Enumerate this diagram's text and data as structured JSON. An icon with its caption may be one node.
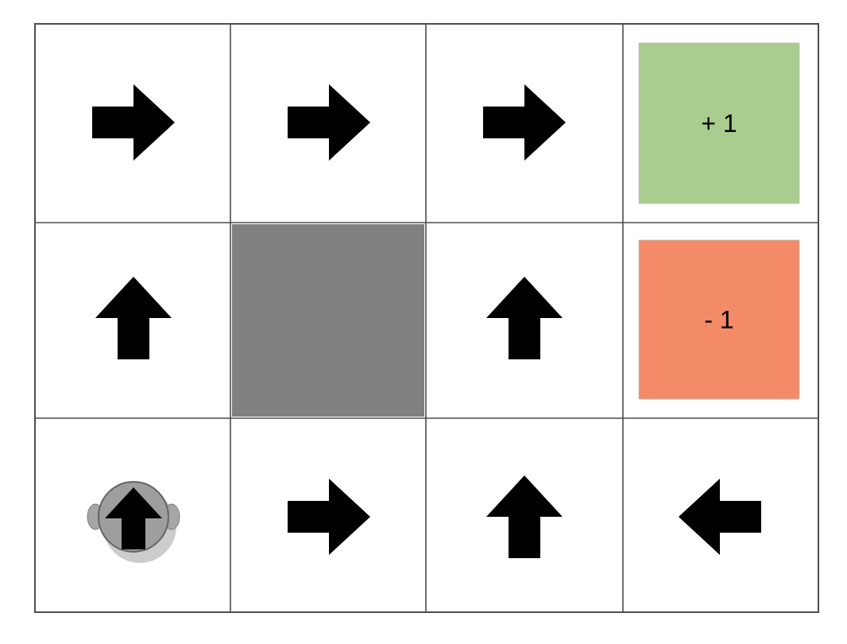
{
  "diagram": {
    "nodes": [
      {
        "text": [
          "+ 1"
        ]
      },
      {
        "text": [
          "- 1"
        ]
      },
      {
        "text": [],
        "shape": "box"
      }
    ]
  }
}
